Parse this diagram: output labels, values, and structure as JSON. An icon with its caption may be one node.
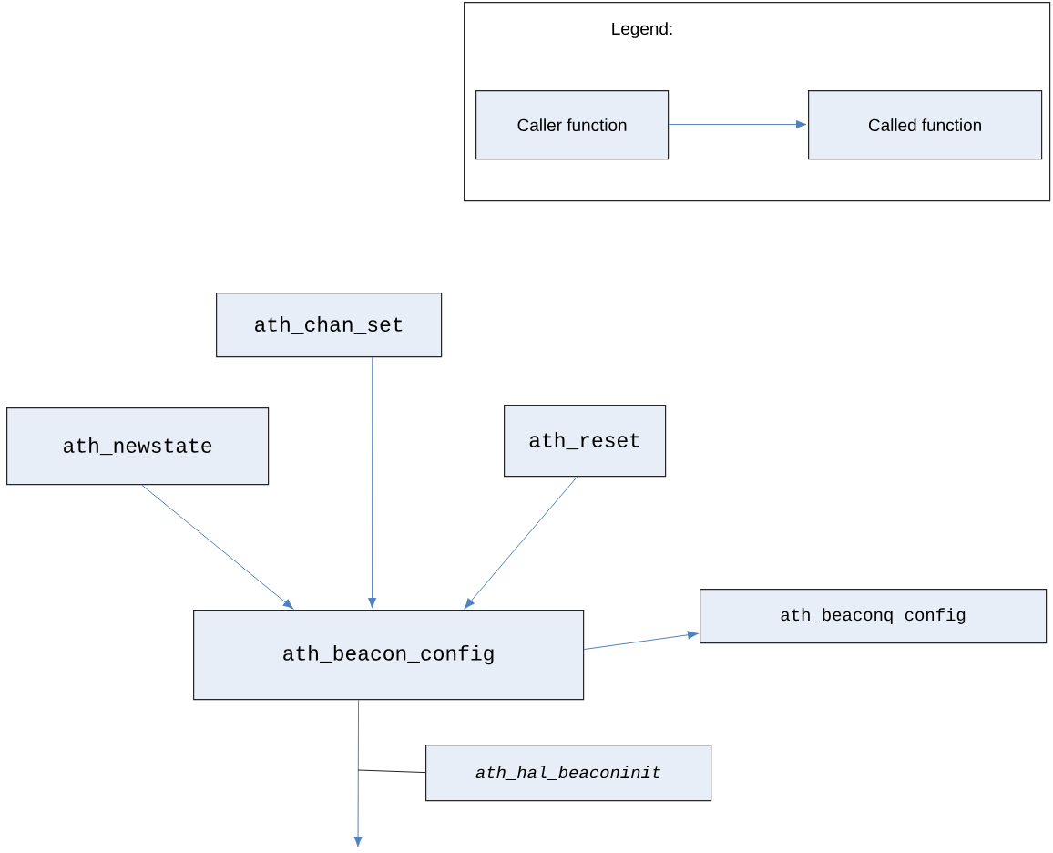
{
  "diagram": {
    "nodes": [
      {
        "text": [
          "Legend:"
        ]
      },
      {
        "text": [
          "Caller function"
        ],
        "in": 0
      },
      {
        "text": [
          "Called function"
        ],
        "in": 0
      },
      {
        "text": [
          "ath_chan_set"
        ]
      },
      {
        "text": [
          "ath_newstate"
        ]
      },
      {
        "text": [
          "ath_reset"
        ]
      },
      {
        "text": [
          "ath_beacon_config"
        ]
      },
      {
        "text": [
          "ath_beaconq_config"
        ]
      },
      {
        "text": [
          "ath_hal_beaconinit"
        ]
      }
    ],
    "edges": [
      {
        "from": 1,
        "to": 2,
        "arrow": "to"
      },
      {
        "from": 3,
        "to": 6,
        "arrow": "to"
      },
      {
        "from": 4,
        "to": 6,
        "arrow": "to"
      },
      {
        "from": 5,
        "to": 6,
        "arrow": "to"
      },
      {
        "from": 6,
        "to": 7,
        "arrow": "to"
      },
      {
        "from": 6,
        "to": null,
        "arrow": "to"
      },
      {
        "from": 8,
        "to": null,
        "arrow": "none",
        "color": "#222222"
      }
    ]
  }
}
